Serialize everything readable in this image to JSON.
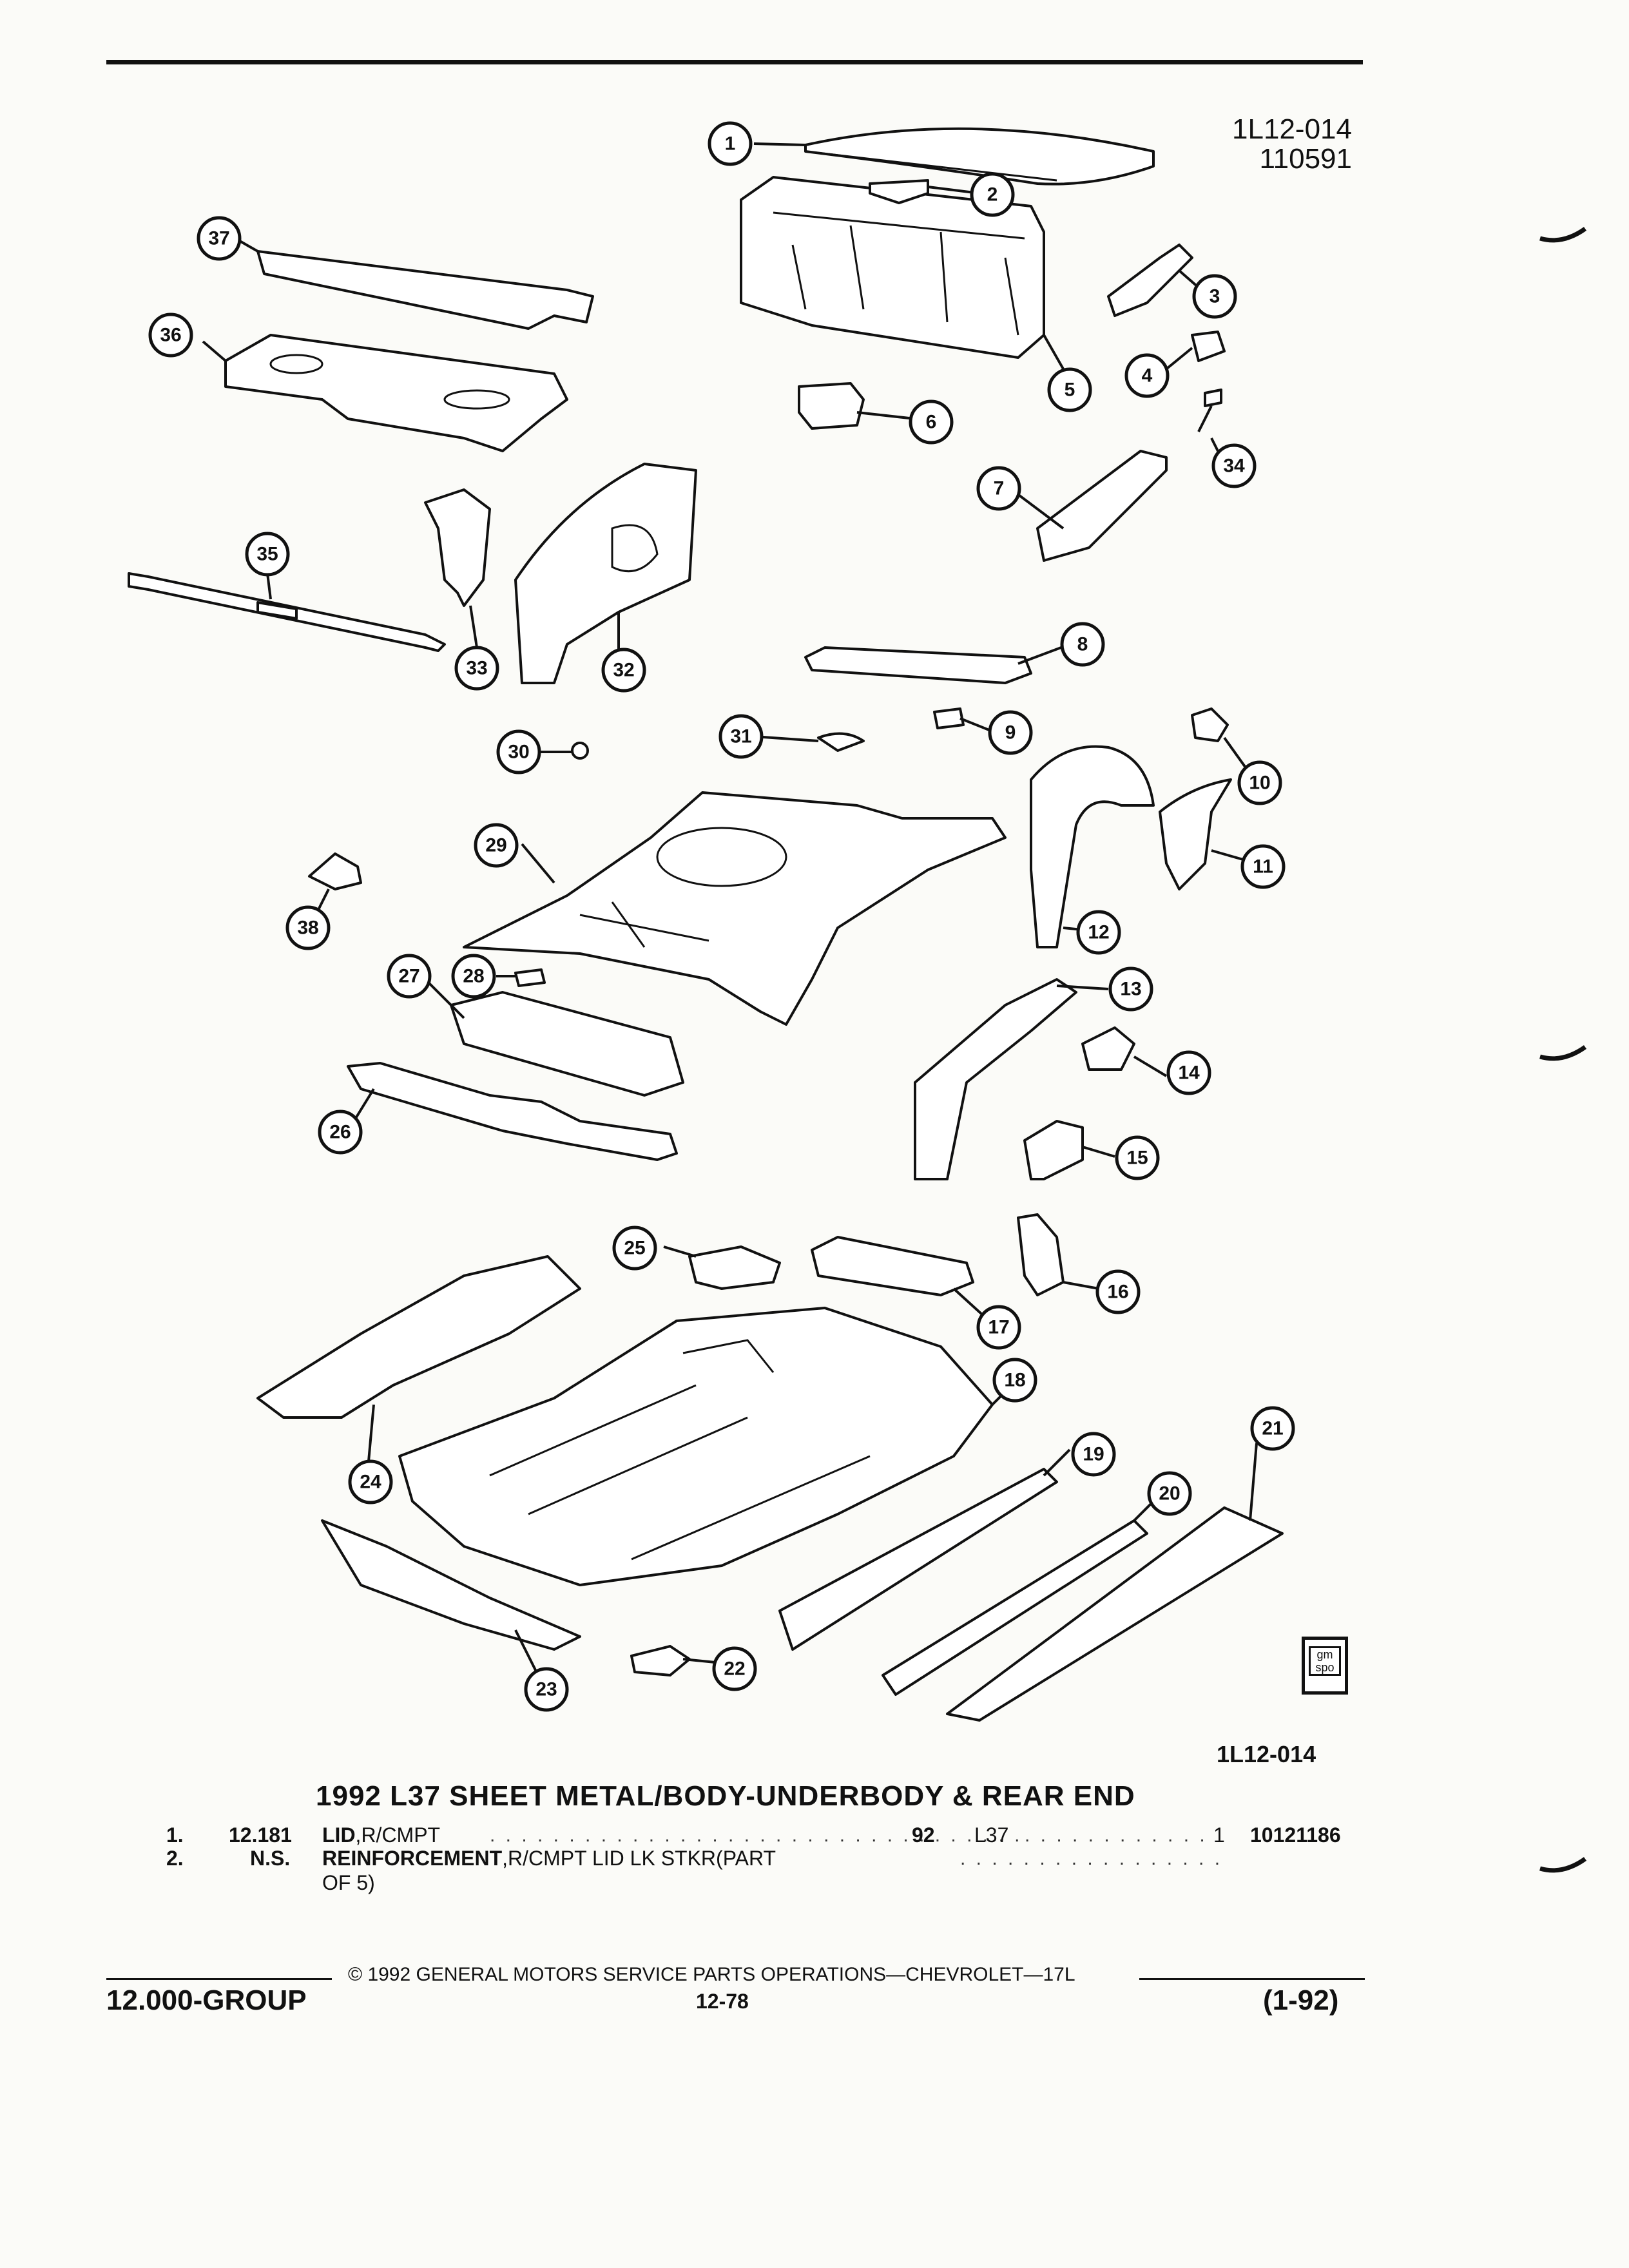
{
  "header": {
    "ref_code_1": "1L12-014",
    "ref_code_2": "110591"
  },
  "diagram": {
    "callouts": [
      "1",
      "2",
      "3",
      "4",
      "5",
      "6",
      "7",
      "8",
      "9",
      "10",
      "11",
      "12",
      "13",
      "14",
      "15",
      "16",
      "17",
      "18",
      "19",
      "20",
      "21",
      "22",
      "23",
      "24",
      "25",
      "26",
      "27",
      "28",
      "29",
      "30",
      "31",
      "32",
      "33",
      "34",
      "35",
      "36",
      "37",
      "38"
    ],
    "ref_code_bottom": "1L12-014",
    "badge_text_1": "gm",
    "badge_text_2": "spo"
  },
  "title": "1992 L37 SHEET METAL/BODY-UNDERBODY & REAR END",
  "parts": [
    {
      "item": "1.",
      "group": "12.181",
      "name": "LID",
      "desc": ",R/CMPT",
      "year": "92",
      "model": "L37",
      "qty": "1",
      "part_no": "10121186"
    },
    {
      "item": "2.",
      "group": "N.S.",
      "name": "REINFORCEMENT",
      "desc": ",R/CMPT LID LK STKR(PART",
      "desc2": "OF 5)",
      "year": "",
      "model": "",
      "qty": "",
      "part_no": ""
    }
  ],
  "footer": {
    "copyright": "© 1992 GENERAL MOTORS SERVICE PARTS OPERATIONS—CHEVROLET—17L",
    "group": "12.000-GROUP",
    "page": "12-78",
    "revision": "(1-92)"
  }
}
